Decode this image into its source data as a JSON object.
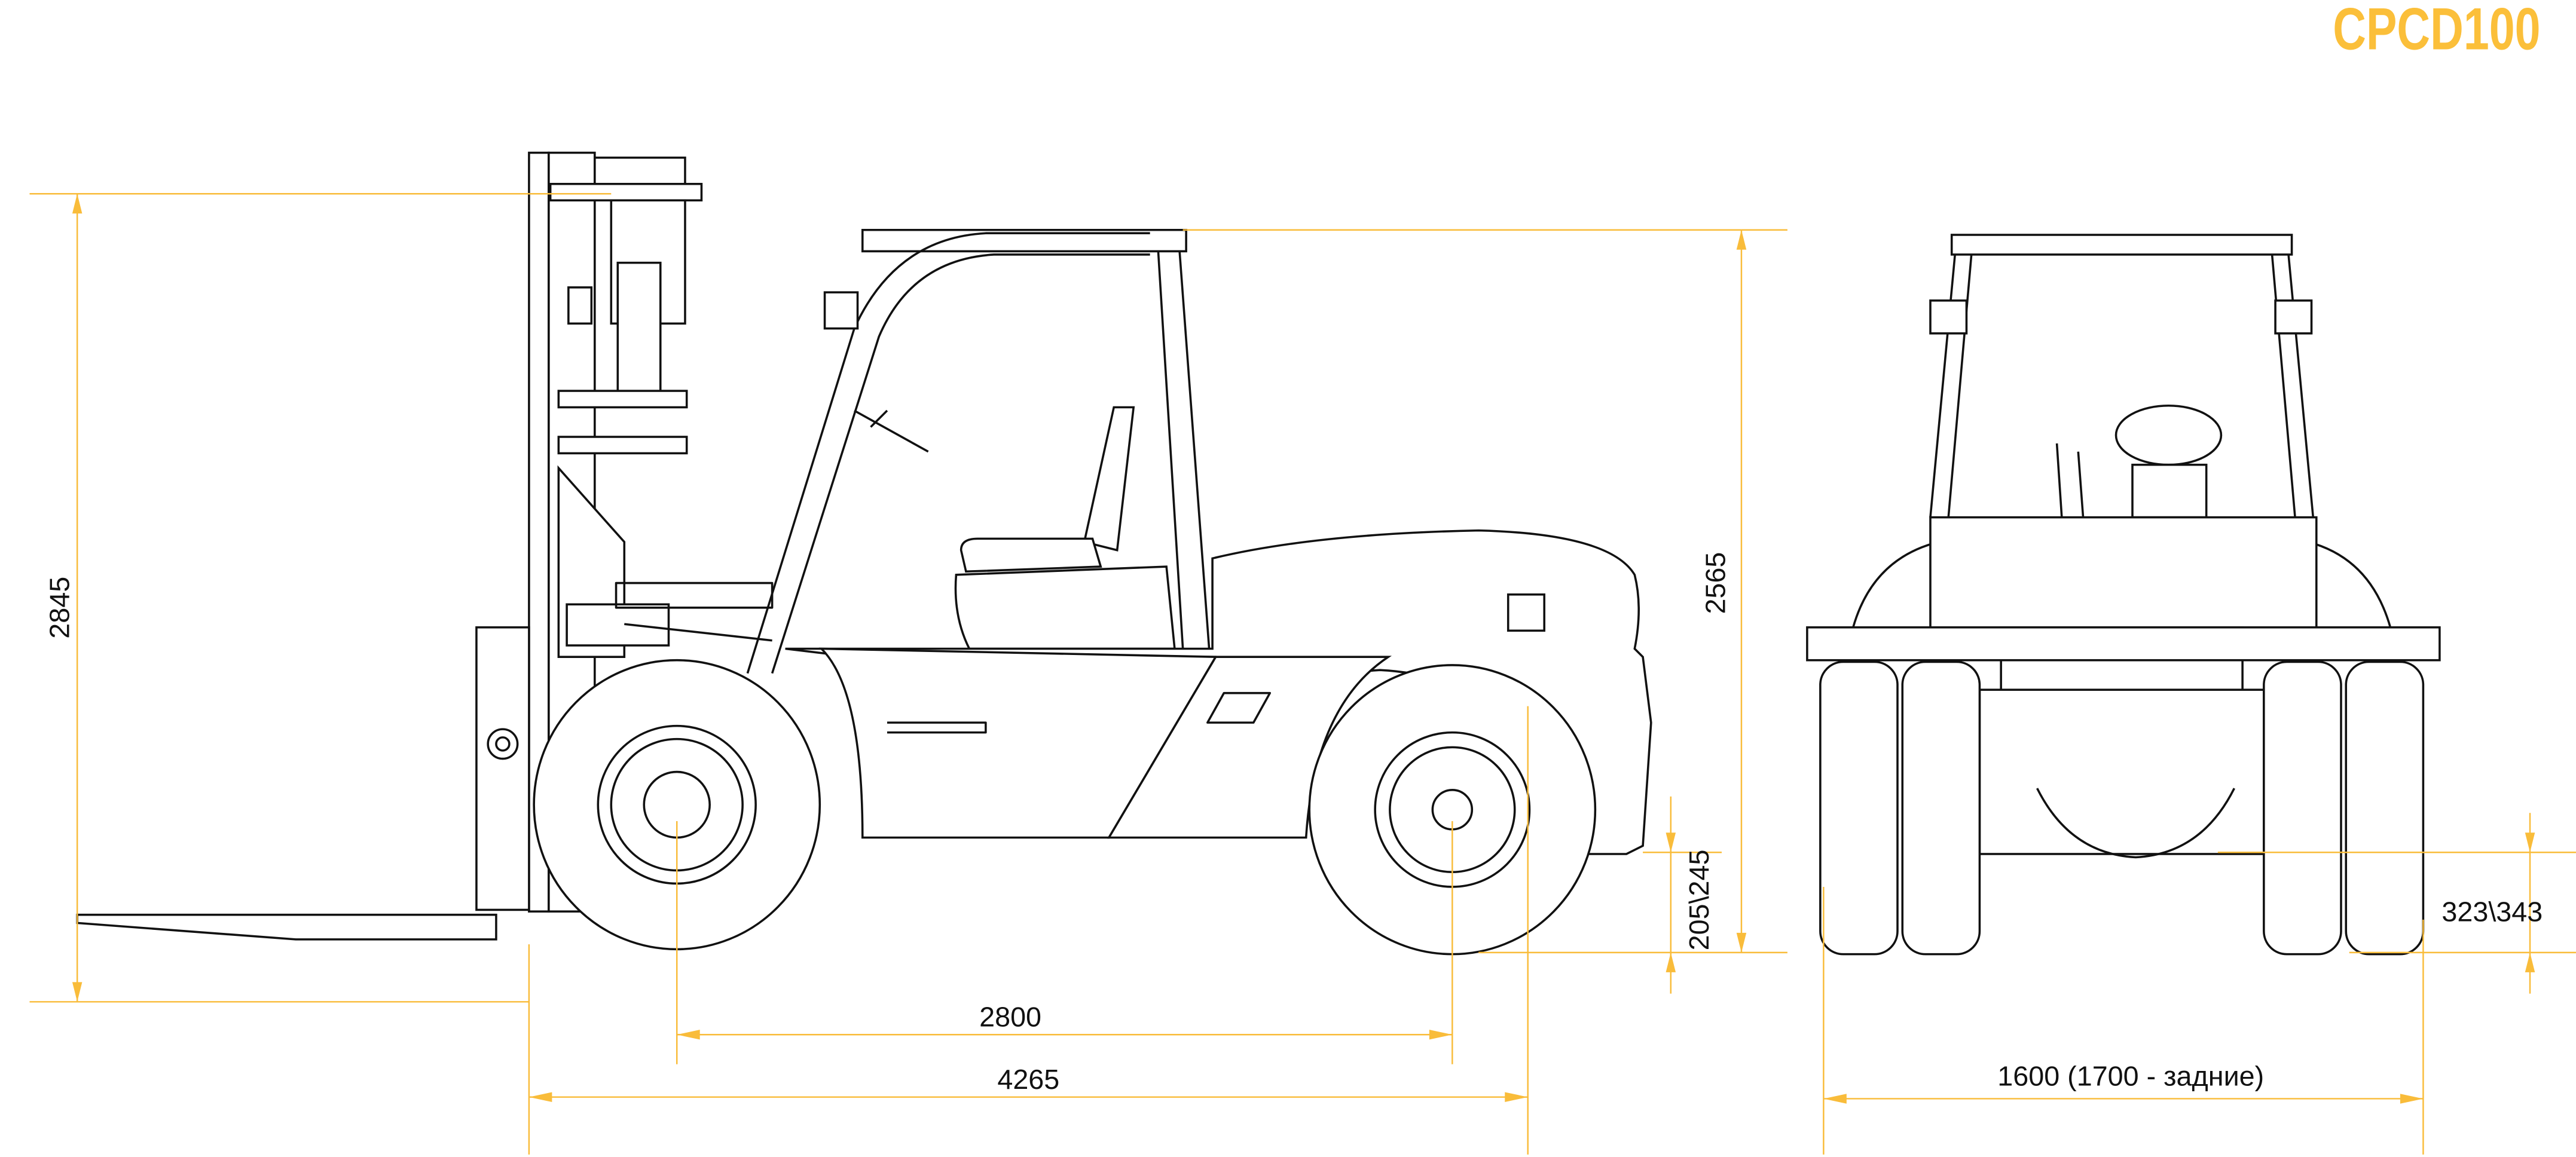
{
  "title": "CPCD100",
  "dimensions": {
    "overall_height_guard_side": "2845",
    "guard_height": "2565",
    "ground_clearance_side": "205\\245",
    "wheelbase": "2800",
    "overall_length": "4265",
    "track_width": "1600 (1700 - задние)",
    "ground_clearance_front": "323\\343"
  },
  "colors": {
    "accent": "#fbbf3a",
    "line": "#111111"
  }
}
